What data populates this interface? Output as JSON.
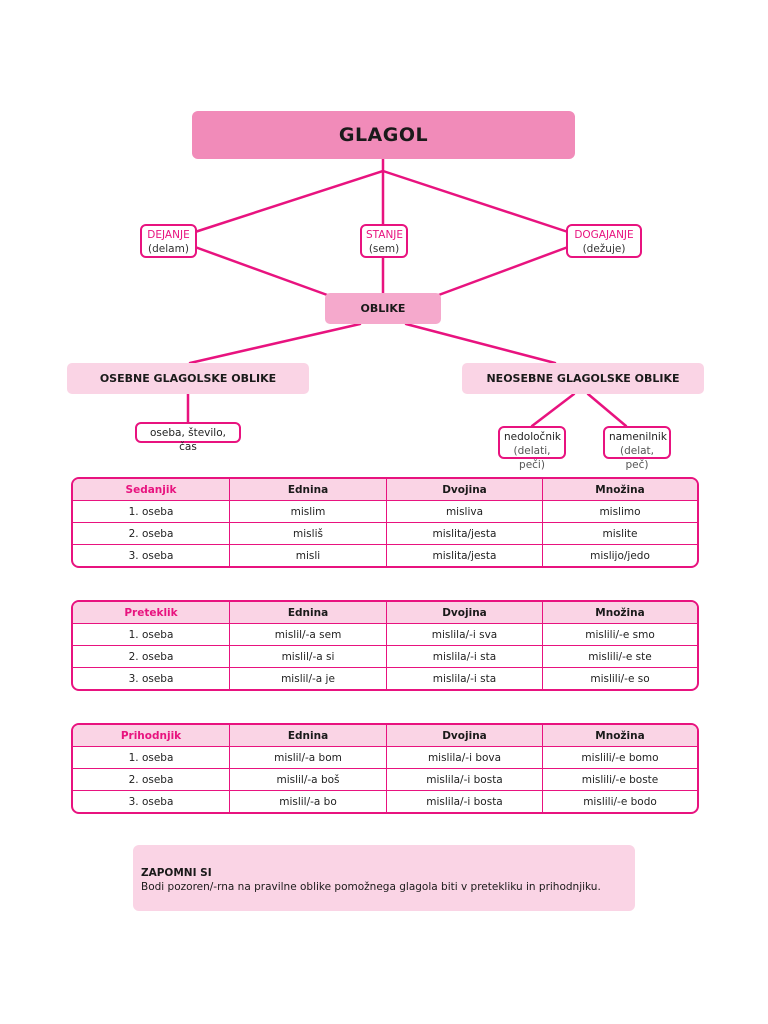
{
  "title": "GLAGOL",
  "categories": [
    {
      "label": "DEJANJE",
      "example": "(delam)"
    },
    {
      "label": "STANJE",
      "example": "(sem)"
    },
    {
      "label": "DOGAJANJE",
      "example": "(dežuje)"
    }
  ],
  "forms": {
    "label": "OBLIKE",
    "personal": {
      "label": "OSEBNE GLAGOLSKE OBLIKE",
      "detail": "oseba, število, čas"
    },
    "impersonal": {
      "label": "NEOSEBNE GLAGOLSKE OBLIKE",
      "infinitive": {
        "label": "nedoločnik",
        "example": "(delati, peči)"
      },
      "supine": {
        "label": "namenilnik",
        "example": "(delat, peč)"
      }
    }
  },
  "tables": [
    {
      "tense": "Sedanjik",
      "columns": [
        "Ednina",
        "Dvojina",
        "Množina"
      ],
      "rows": [
        [
          "1. oseba",
          "mislim",
          "misliva",
          "mislimo"
        ],
        [
          "2. oseba",
          "misliš",
          "mislita/jesta",
          "mislite"
        ],
        [
          "3. oseba",
          "misli",
          "mislita/jesta",
          "mislijo/jedo"
        ]
      ]
    },
    {
      "tense": "Preteklik",
      "columns": [
        "Ednina",
        "Dvojina",
        "Množina"
      ],
      "rows": [
        [
          "1. oseba",
          "mislil/-a sem",
          "mislila/-i sva",
          "mislili/-e smo"
        ],
        [
          "2. oseba",
          "mislil/-a si",
          "mislila/-i sta",
          "mislili/-e ste"
        ],
        [
          "3. oseba",
          "mislil/-a je",
          "mislila/-i sta",
          "mislili/-e so"
        ]
      ]
    },
    {
      "tense": "Prihodnjik",
      "columns": [
        "Ednina",
        "Dvojina",
        "Množina"
      ],
      "rows": [
        [
          "1. oseba",
          "mislil/-a bom",
          "mislila/-i bova",
          "mislili/-e bomo"
        ],
        [
          "2. oseba",
          "mislil/-a boš",
          "mislila/-i bosta",
          "mislili/-e boste"
        ],
        [
          "3. oseba",
          "mislil/-a bo",
          "mislila/-i bosta",
          "mislili/-e bodo"
        ]
      ]
    }
  ],
  "note": {
    "heading": "ZAPOMNI SI",
    "text": "Bodi pozoren/-rna na pravilne oblike pomožnega glagola biti v pretekliku in prihodnjiku."
  },
  "colors": {
    "accent": "#e8137f",
    "title_bg": "#f18bb9",
    "oblike_bg": "#f5a9cc",
    "light_bg": "#fad4e5"
  }
}
